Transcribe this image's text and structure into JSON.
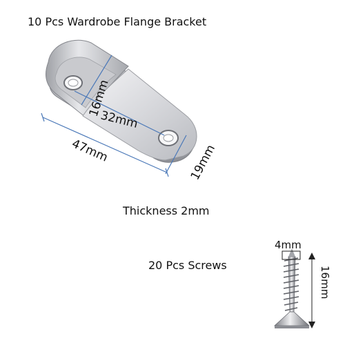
{
  "product": {
    "title": "10 Pcs Wardrobe Flange Bracket",
    "thickness_label": "Thickness 2mm",
    "screws_label": "20 Pcs Screws"
  },
  "bracket_dimensions": {
    "width": "16mm",
    "hole_spacing": "32mm",
    "length": "47mm",
    "height": "19mm"
  },
  "screw_dimensions": {
    "diameter": "4mm",
    "length": "16mm"
  },
  "colors": {
    "dimension_line": "#4a78b8",
    "metal_light": "#e8e8ea",
    "metal_dark": "#8e9096"
  }
}
